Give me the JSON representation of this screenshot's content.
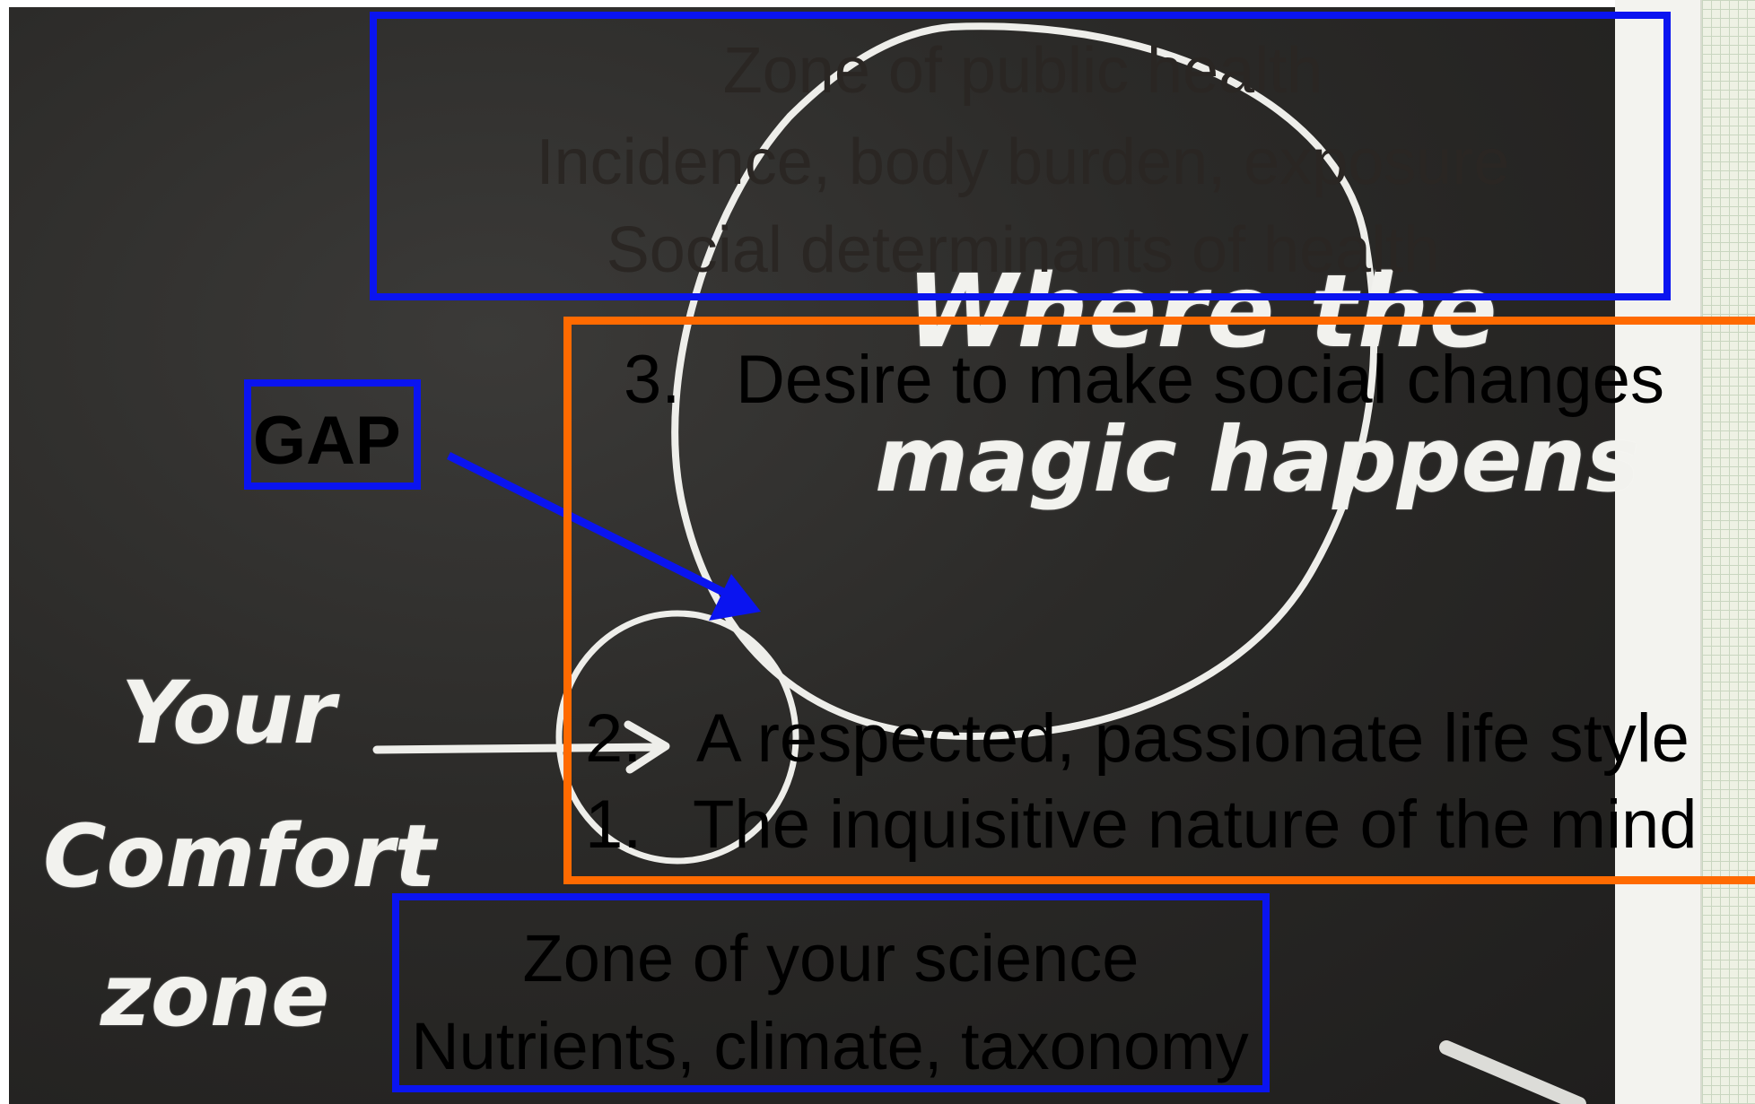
{
  "chalkboard": {
    "circle_text_line1": "Where the",
    "circle_text_line2": "magic happens",
    "comfort_line1": "Your",
    "comfort_line2": "Comfort",
    "comfort_line3": "zone"
  },
  "public_health_zone": {
    "line1": "Zone of public health",
    "line2": "Incidence, body burden, exposure",
    "line3": "Social determinants of health"
  },
  "gap_label": "GAP",
  "list_items": [
    {
      "number": "3.",
      "text": "Desire to make social changes"
    },
    {
      "number": "2.",
      "text": "A respected, passionate life style"
    },
    {
      "number": "1.",
      "text": "The inquisitive nature of the mind"
    }
  ],
  "science_zone": {
    "line1": "Zone of your science",
    "line2": "Nutrients, climate, taxonomy"
  },
  "colors": {
    "box_blue": "#0a14f0",
    "box_orange": "#ff6a00",
    "chalk": "#f2f2ee",
    "board": "#2b2a28"
  },
  "icons": {
    "arrow": "blue-arrow-icon",
    "pointer": "chalk-arrow-icon"
  }
}
